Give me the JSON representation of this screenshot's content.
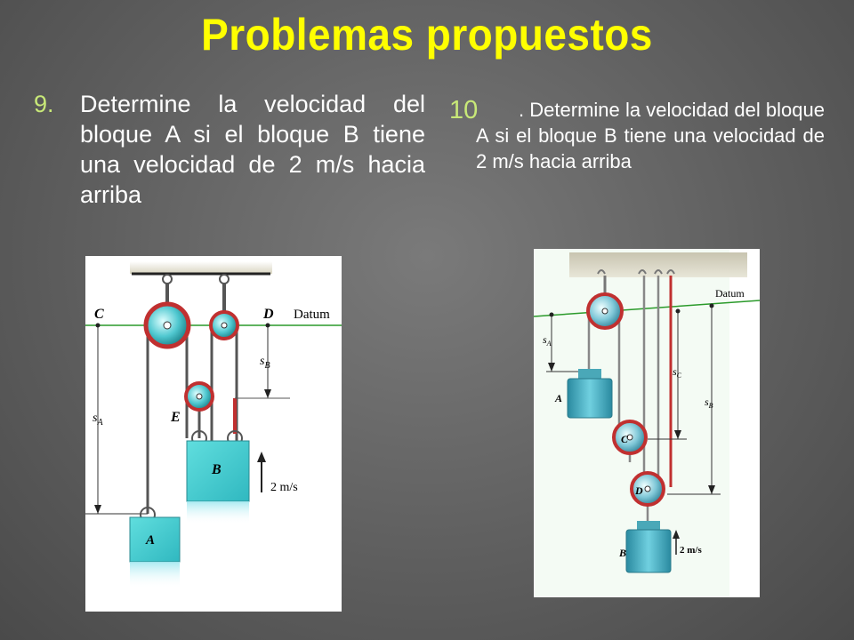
{
  "slide": {
    "title": "Problemas  propuestos"
  },
  "problem9": {
    "number": "9.",
    "text": "Determine la velocidad del bloque A si el bloque B tiene una  velocidad de 2 m/s hacia arriba"
  },
  "problem10": {
    "number": "10",
    "text": ". Determine la velocidad del bloque A si el bloque B tiene una velocidad de 2 m/s hacia arriba"
  },
  "figure9": {
    "label_c": "C",
    "label_d": "D",
    "label_datum": "Datum",
    "label_sb": "s",
    "label_sb_sub": "B",
    "label_sa": "s",
    "label_sa_sub": "A",
    "label_e": "E",
    "label_block_b": "B",
    "label_block_a": "A",
    "label_velocity": "2 m/s"
  },
  "figure10": {
    "label_datum": "Datum",
    "label_sa": "s",
    "label_sa_sub": "A",
    "label_sc": "s",
    "label_sc_sub": "C",
    "label_sb": "s",
    "label_sb_sub": "B",
    "label_block_a": "A",
    "label_pulley_c": "C",
    "label_pulley_d": "D",
    "label_block_b": "B",
    "label_velocity": "2 m/s"
  },
  "colors": {
    "title": "#ffff00",
    "number": "#c8e878",
    "block": "#3cc8c8",
    "datum_line": "#2a9a2a",
    "rope_red": "#c03030"
  }
}
